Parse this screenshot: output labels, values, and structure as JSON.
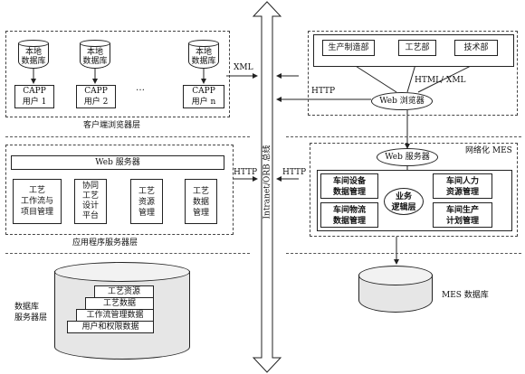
{
  "bus_label": "Intranet/ORB 总线",
  "client_layer": {
    "title": "客户端浏览器层",
    "db_label": "本地\n数据库",
    "users": [
      "CAPP\n用户 1",
      "CAPP\n用户 2",
      "CAPP\n用户 n"
    ],
    "ellipsis": "…"
  },
  "xml_label": "XML",
  "app_layer": {
    "title": "应用程序服务器层",
    "web_server": "Web 服务器",
    "modules": [
      "工艺\n工作流与\n项目管理",
      "协同\n工艺\n设计\n平台",
      "工艺\n资源\n管理",
      "工艺\n数据\n管理"
    ]
  },
  "http_left": "HTTP",
  "http_right": "HTTP",
  "db_layer": {
    "title": "数据库\n服务器层",
    "stack": [
      "工艺资源",
      "工艺数据",
      "工作流管理数据",
      "用户和权限数据"
    ]
  },
  "browser_area": {
    "departments": [
      "生产制造部",
      "工艺部",
      "技术部"
    ],
    "html_xml": "HTML/ XML",
    "http": "HTTP",
    "browser": "Web 浏览器"
  },
  "mes": {
    "title": "网络化 MES",
    "web_server": "Web 服务器",
    "left_modules": [
      "车间设备\n数据管理",
      "车间物流\n数据管理"
    ],
    "center": "业务\n逻辑层",
    "right_modules": [
      "车间人力\n资源管理",
      "车间生产\n计划管理"
    ],
    "db_label": "MES 数据库"
  }
}
